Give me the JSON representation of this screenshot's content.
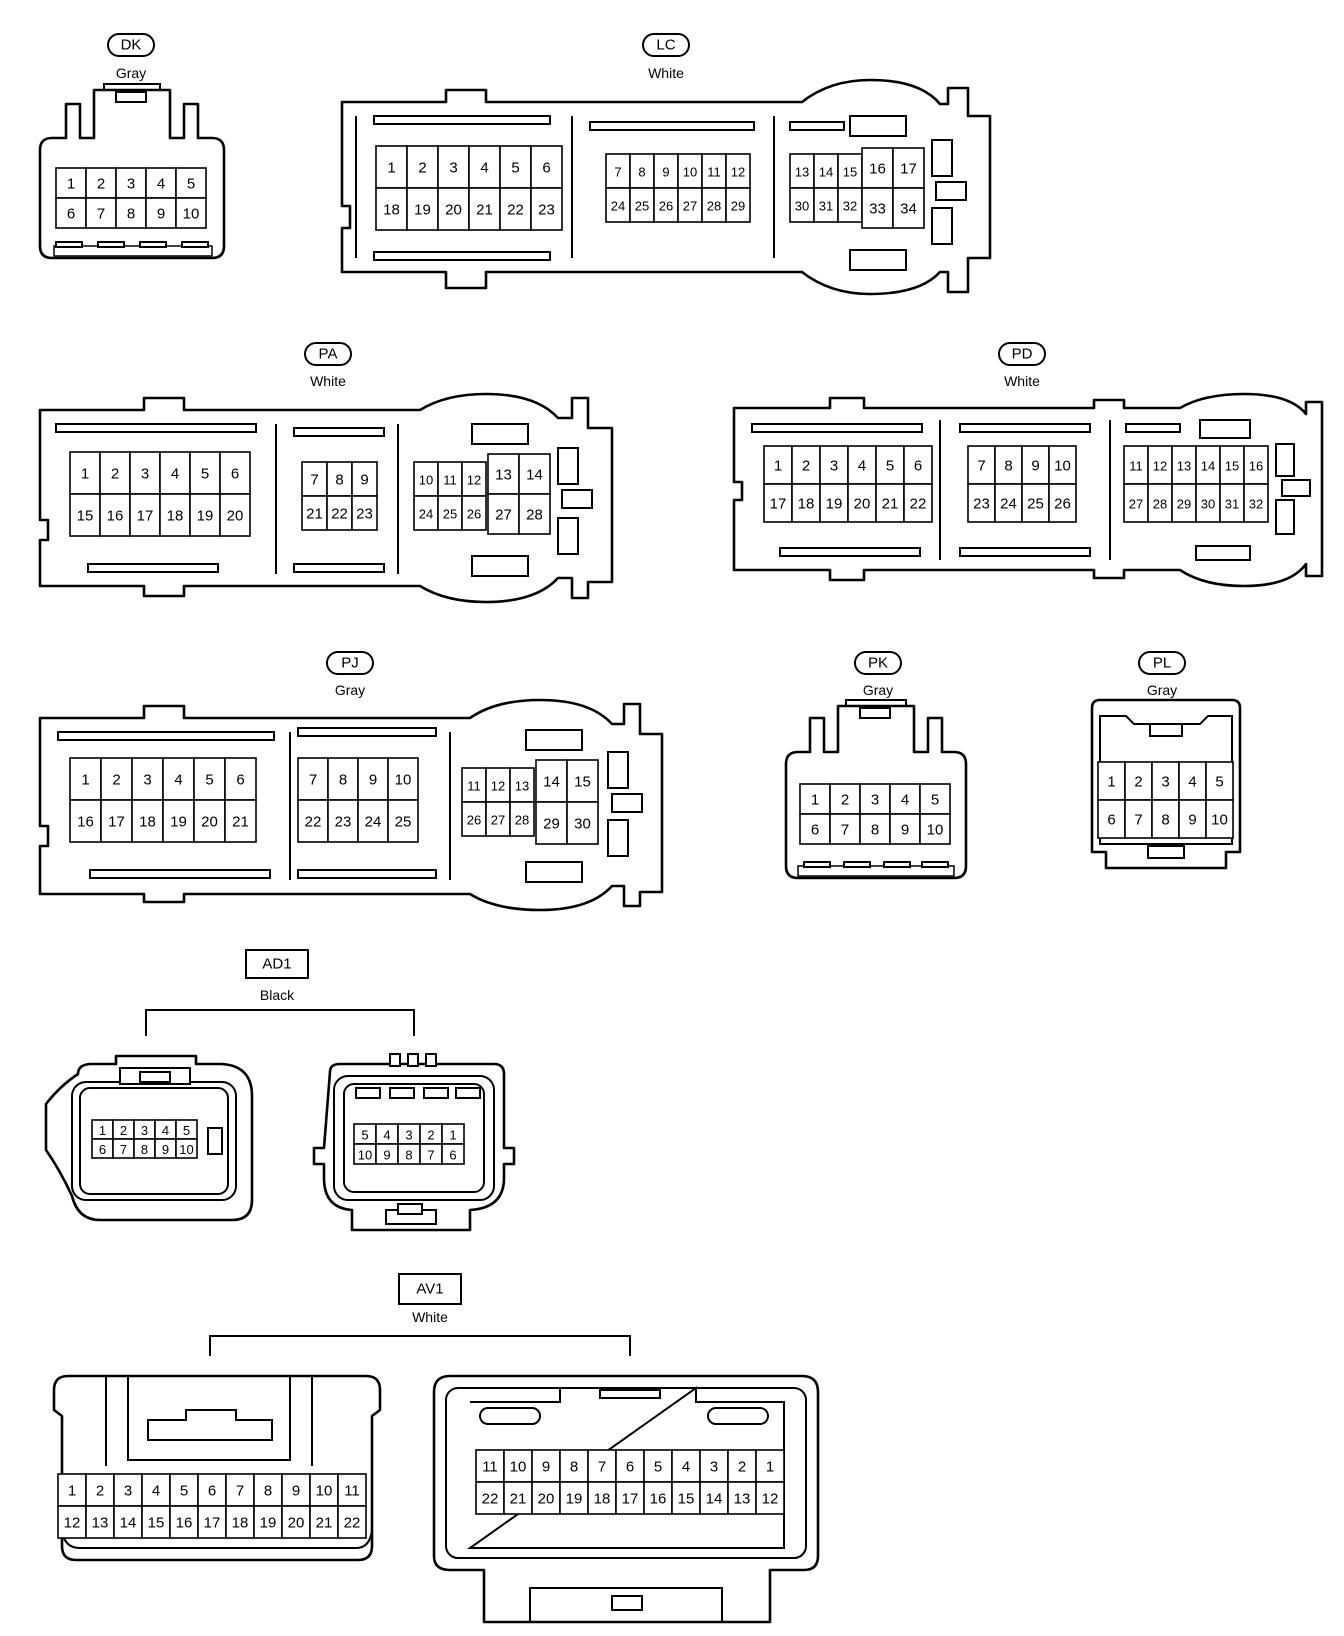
{
  "connectors": [
    {
      "id": "DK",
      "code": "DK",
      "color_label": "Gray",
      "tag": "pill",
      "rows": [
        [
          1,
          2,
          3,
          4,
          5
        ],
        [
          6,
          7,
          8,
          9,
          10
        ]
      ]
    },
    {
      "id": "LC",
      "code": "LC",
      "color_label": "White",
      "tag": "pill",
      "groups": [
        {
          "rows": [
            [
              1,
              2,
              3,
              4,
              5,
              6
            ],
            [
              18,
              19,
              20,
              21,
              22,
              23
            ]
          ]
        },
        {
          "rows": [
            [
              7,
              8,
              9,
              10,
              11,
              12
            ],
            [
              24,
              25,
              26,
              27,
              28,
              29
            ]
          ]
        },
        {
          "rows": [
            [
              13,
              14,
              15
            ],
            [
              30,
              31,
              32
            ]
          ]
        },
        {
          "rows": [
            [
              16,
              17
            ],
            [
              33,
              34
            ]
          ]
        }
      ]
    },
    {
      "id": "PA",
      "code": "PA",
      "color_label": "White",
      "tag": "pill",
      "groups": [
        {
          "rows": [
            [
              1,
              2,
              3,
              4,
              5,
              6
            ],
            [
              15,
              16,
              17,
              18,
              19,
              20
            ]
          ]
        },
        {
          "rows": [
            [
              7,
              8,
              9
            ],
            [
              21,
              22,
              23
            ]
          ]
        },
        {
          "rows": [
            [
              10,
              11,
              12
            ],
            [
              24,
              25,
              26
            ]
          ]
        },
        {
          "rows": [
            [
              13,
              14
            ],
            [
              27,
              28
            ]
          ]
        }
      ]
    },
    {
      "id": "PD",
      "code": "PD",
      "color_label": "White",
      "tag": "pill",
      "groups": [
        {
          "rows": [
            [
              1,
              2,
              3,
              4,
              5,
              6
            ],
            [
              17,
              18,
              19,
              20,
              21,
              22
            ]
          ]
        },
        {
          "rows": [
            [
              7,
              8,
              9,
              10
            ],
            [
              23,
              24,
              25,
              26
            ]
          ]
        },
        {
          "rows": [
            [
              11,
              12,
              13,
              14,
              15,
              16
            ],
            [
              27,
              28,
              29,
              30,
              31,
              32
            ]
          ]
        }
      ]
    },
    {
      "id": "PJ",
      "code": "PJ",
      "color_label": "Gray",
      "tag": "pill",
      "groups": [
        {
          "rows": [
            [
              1,
              2,
              3,
              4,
              5,
              6
            ],
            [
              16,
              17,
              18,
              19,
              20,
              21
            ]
          ]
        },
        {
          "rows": [
            [
              7,
              8,
              9,
              10
            ],
            [
              22,
              23,
              24,
              25
            ]
          ]
        },
        {
          "rows": [
            [
              11,
              12,
              13
            ],
            [
              26,
              27,
              28
            ]
          ]
        },
        {
          "rows": [
            [
              14,
              15
            ],
            [
              29,
              30
            ]
          ]
        }
      ]
    },
    {
      "id": "PK",
      "code": "PK",
      "color_label": "Gray",
      "tag": "pill",
      "rows": [
        [
          1,
          2,
          3,
          4,
          5
        ],
        [
          6,
          7,
          8,
          9,
          10
        ]
      ]
    },
    {
      "id": "PL",
      "code": "PL",
      "color_label": "Gray",
      "tag": "pill",
      "rows": [
        [
          1,
          2,
          3,
          4,
          5
        ],
        [
          6,
          7,
          8,
          9,
          10
        ]
      ]
    },
    {
      "id": "AD1",
      "code": "AD1",
      "color_label": "Black",
      "tag": "box",
      "left_rows": [
        [
          1,
          2,
          3,
          4,
          5
        ],
        [
          6,
          7,
          8,
          9,
          10
        ]
      ],
      "right_rows": [
        [
          5,
          4,
          3,
          2,
          1
        ],
        [
          10,
          9,
          8,
          7,
          6
        ]
      ]
    },
    {
      "id": "AV1",
      "code": "AV1",
      "color_label": "White",
      "tag": "box",
      "left_rows": [
        [
          1,
          2,
          3,
          4,
          5,
          6,
          7,
          8,
          9,
          10,
          11
        ],
        [
          12,
          13,
          14,
          15,
          16,
          17,
          18,
          19,
          20,
          21,
          22
        ]
      ],
      "right_rows": [
        [
          11,
          10,
          9,
          8,
          7,
          6,
          5,
          4,
          3,
          2,
          1
        ],
        [
          22,
          21,
          20,
          19,
          18,
          17,
          16,
          15,
          14,
          13,
          12
        ]
      ]
    }
  ]
}
